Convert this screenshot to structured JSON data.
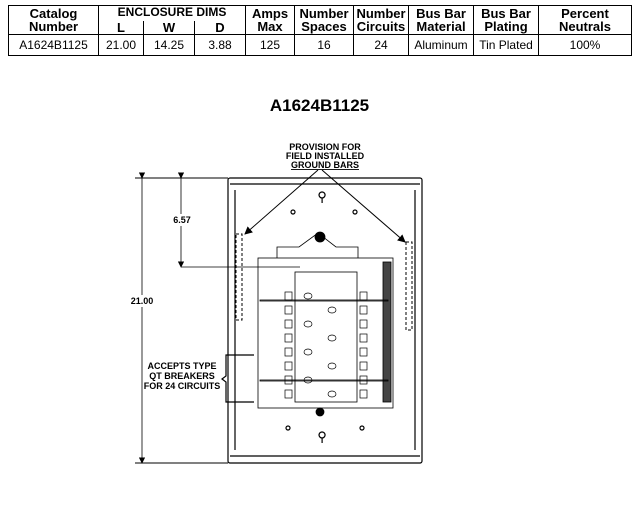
{
  "table": {
    "headers": {
      "catalog": [
        "Catalog",
        "Number"
      ],
      "enclosure": "ENCLOSURE DIMS",
      "dims": [
        "L",
        "W",
        "D"
      ],
      "amps": [
        "Amps",
        "Max"
      ],
      "spaces": [
        "Number",
        "Spaces"
      ],
      "circuits": [
        "Number",
        "Circuits"
      ],
      "material": [
        "Bus Bar",
        "Material"
      ],
      "plating": [
        "Bus Bar",
        "Plating"
      ],
      "neutrals": [
        "Percent",
        "Neutrals"
      ]
    },
    "row": {
      "catalog": "A1624B1125",
      "L": "21.00",
      "W": "14.25",
      "D": "3.88",
      "amps": "125",
      "spaces": "16",
      "circuits": "24",
      "material": "Aluminum",
      "plating": "Tin Plated",
      "neutrals": "100%"
    }
  },
  "drawing": {
    "title": "A1624B1125",
    "ground_note": [
      "PROVISION FOR",
      "FIELD INSTALLED",
      "GROUND BARS"
    ],
    "breaker_note": [
      "ACCEPTS TYPE",
      "QT BREAKERS",
      "FOR 24 CIRCUITS"
    ],
    "dim_height": "21.00",
    "dim_offset": "6.57"
  }
}
